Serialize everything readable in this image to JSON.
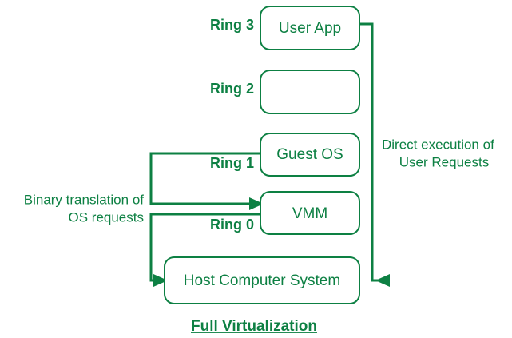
{
  "diagram": {
    "caption": "Full Virtualization",
    "accent_color": "#0d8043",
    "background_color": "#ffffff",
    "rings": [
      {
        "id": "ring3",
        "label": "Ring 3"
      },
      {
        "id": "ring2",
        "label": "Ring 2"
      },
      {
        "id": "ring1",
        "label": "Ring 1"
      },
      {
        "id": "ring0",
        "label": "Ring 0"
      }
    ],
    "nodes": [
      {
        "id": "user-app",
        "label": "User App",
        "ring": "Ring 3"
      },
      {
        "id": "ring2-empty",
        "label": "",
        "ring": "Ring 2"
      },
      {
        "id": "guest-os",
        "label": "Guest OS",
        "ring": "Ring 1"
      },
      {
        "id": "vmm",
        "label": "VMM",
        "ring": "Ring 0"
      },
      {
        "id": "host",
        "label": "Host Computer System",
        "ring": ""
      }
    ],
    "annotations": {
      "left": {
        "line1": "Binary translation of",
        "line2": "OS requests"
      },
      "right": {
        "line1": "Direct execution of",
        "line2": "User Requests"
      }
    },
    "flows": [
      {
        "id": "guest-os-to-vmm",
        "from": "Guest OS",
        "to": "VMM",
        "label": "Binary translation of OS requests"
      },
      {
        "id": "vmm-to-host",
        "from": "VMM",
        "to": "Host Computer System",
        "label": "Binary translation of OS requests"
      },
      {
        "id": "user-app-to-host",
        "from": "User App",
        "to": "Host Computer System",
        "label": "Direct execution of User Requests"
      }
    ]
  }
}
